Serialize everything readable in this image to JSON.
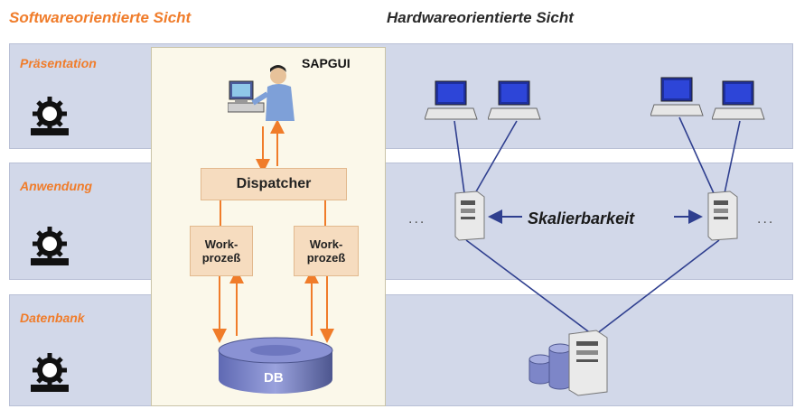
{
  "titles": {
    "software": "Softwareorientierte Sicht",
    "hardware": "Hardwareorientierte Sicht"
  },
  "layers": {
    "presentation": "Präsentation",
    "application": "Anwendung",
    "database": "Datenbank"
  },
  "software": {
    "sapgui": "SAPGUI",
    "dispatcher": "Dispatcher",
    "workprocess_1": [
      "Work-",
      "prozeß"
    ],
    "workprocess_2": [
      "Work-",
      "prozeß"
    ],
    "db": "DB"
  },
  "hardware": {
    "scalability": "Skalierbarkeit",
    "ellipsis_left": "...",
    "ellipsis_right": "..."
  },
  "colors": {
    "accent": "#f07c2a",
    "band": "#d2d8e9",
    "connector": "#2f3f8f",
    "arrow": "#f07c2a"
  }
}
